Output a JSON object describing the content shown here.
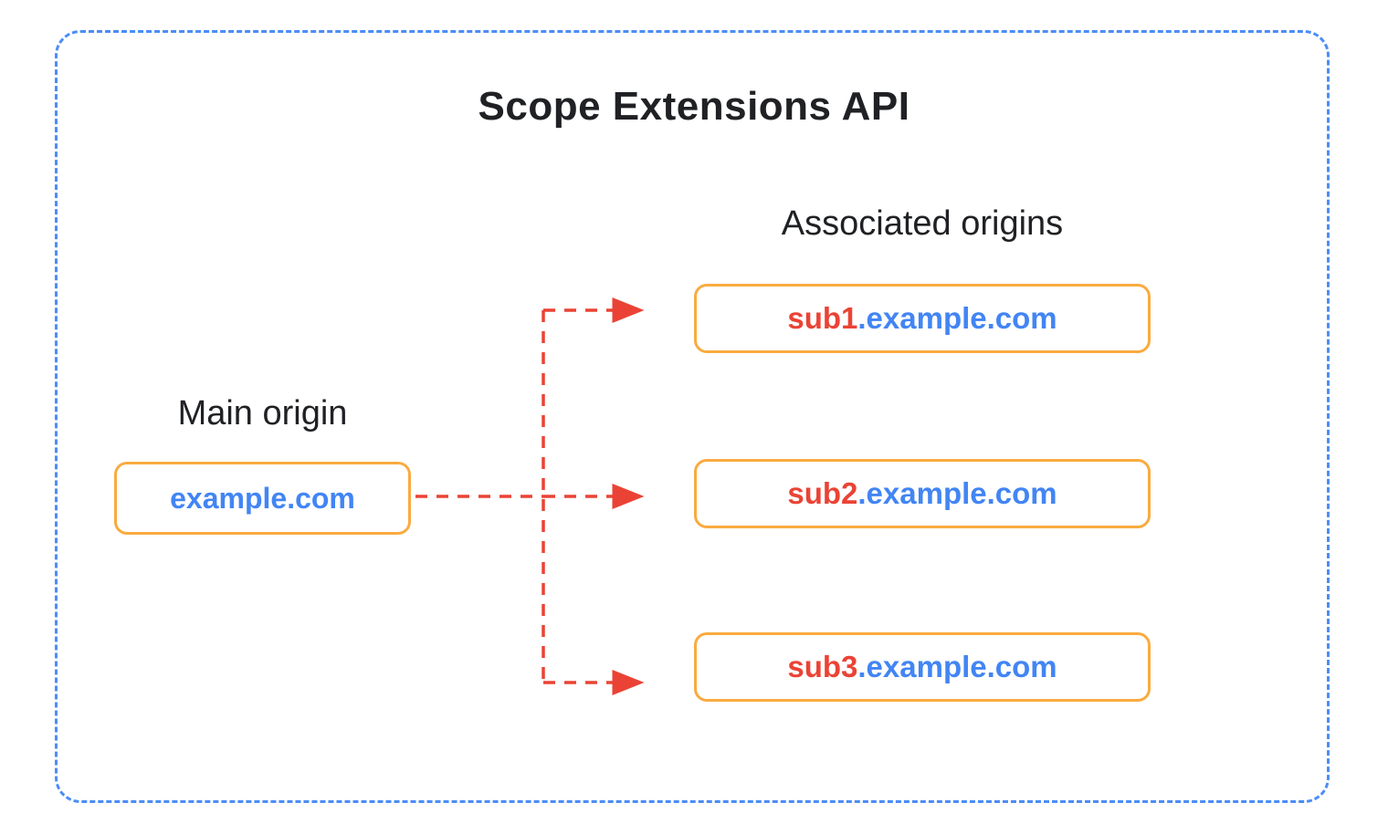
{
  "title": "Scope Extensions API",
  "labels": {
    "main_origin": "Main origin",
    "associated_origins": "Associated origins"
  },
  "main_origin": {
    "domain": "example.com"
  },
  "associated_origins": [
    {
      "subdomain": "sub1",
      "suffix": ".example.com"
    },
    {
      "subdomain": "sub2",
      "suffix": ".example.com"
    },
    {
      "subdomain": "sub3",
      "suffix": ".example.com"
    }
  ],
  "colors": {
    "frame_blue": "#4C8DF6",
    "box_border_orange": "#F9AB40",
    "domain_blue": "#4285F4",
    "subdomain_red": "#EA4335",
    "arrow_red": "#EA4335",
    "text_black": "#202124"
  }
}
